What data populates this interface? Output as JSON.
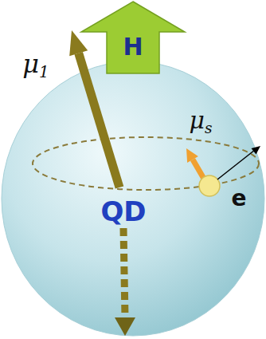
{
  "diagram": {
    "nodes": [
      {
        "text": [
          "QD"
        ]
      },
      {
        "text": [
          "H"
        ]
      }
    ],
    "labels": [
      "μ1",
      "μs",
      "e"
    ]
  }
}
